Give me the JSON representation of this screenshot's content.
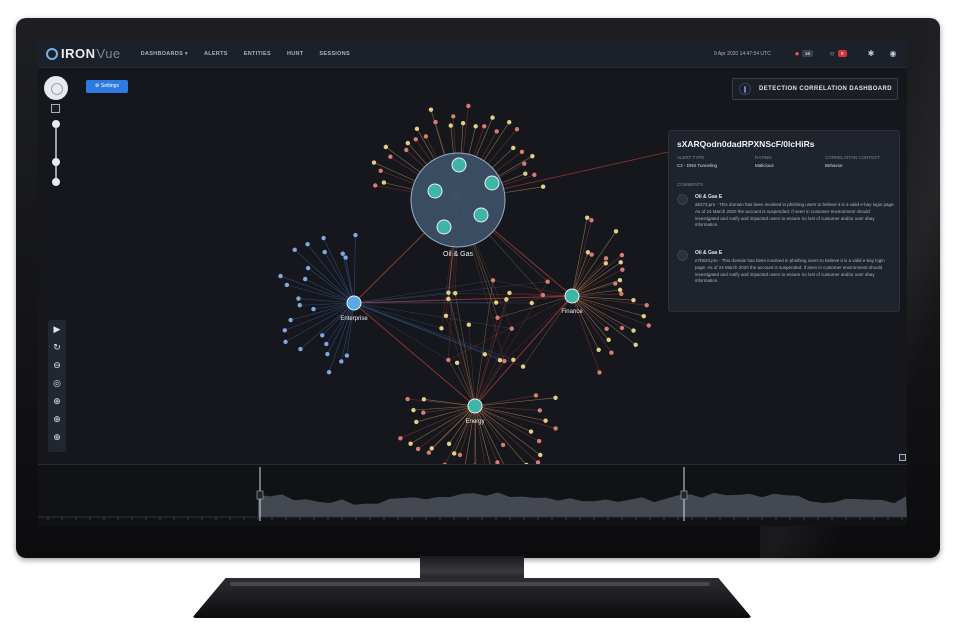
{
  "app": {
    "brand": "IRON",
    "brand_suffix": "Vue"
  },
  "nav": {
    "items": [
      "DASHBOARDS ▾",
      "ALERTS",
      "ENTITIES",
      "HUNT",
      "SESSIONS"
    ]
  },
  "header": {
    "timestamp": "9 Apr 2020 14:47:54 UTC",
    "alert_count": "16",
    "notice_count": "9"
  },
  "toolbar": {
    "settings_label": "⚙ Settings",
    "dashboard_title": "DETECTION CORRELATION DASHBOARD"
  },
  "graph": {
    "hub_nodes": [
      "Oil & Gas",
      "Enterprise",
      "Finance",
      "Energy"
    ]
  },
  "detail_panel": {
    "title": "sXARQodn0dadRPXNScF/0lcHiRs",
    "meta": [
      {
        "key": "ALERT TYPE",
        "value": "C2 - DNS Tunneling"
      },
      {
        "key": "RATING",
        "value": "Malicious"
      },
      {
        "key": "CORRELATION CONTEXT",
        "value": "Behavior"
      }
    ],
    "comments_header": "COMMENTS",
    "comments": [
      {
        "author": "Oil & Gas E",
        "text": "ab273.pro - This domain has been involved in phishing users to believe it is a valid e-bay login page. As of 24 March 2020 the account is suspended. If seen in customer environment should investigated and notify and impacted users to ensure no lost of customer and/or user ebay information."
      },
      {
        "author": "Oil & Gas E",
        "text": "e7b523.pro - This domain has been involved in phishing users to believe it is a valid e-bay login page. As of 24 March 2020 the account is suspended. If seen in customer environment should investigated and notify and impacted users to ensure no lost of customer and/or user ebay information."
      }
    ]
  },
  "colors": {
    "accent": "#2d7be0",
    "danger": "#d4343a",
    "edge_red": "#c0403c",
    "edge_yellow": "#d9c06a",
    "edge_blue": "#3f6fb4"
  }
}
